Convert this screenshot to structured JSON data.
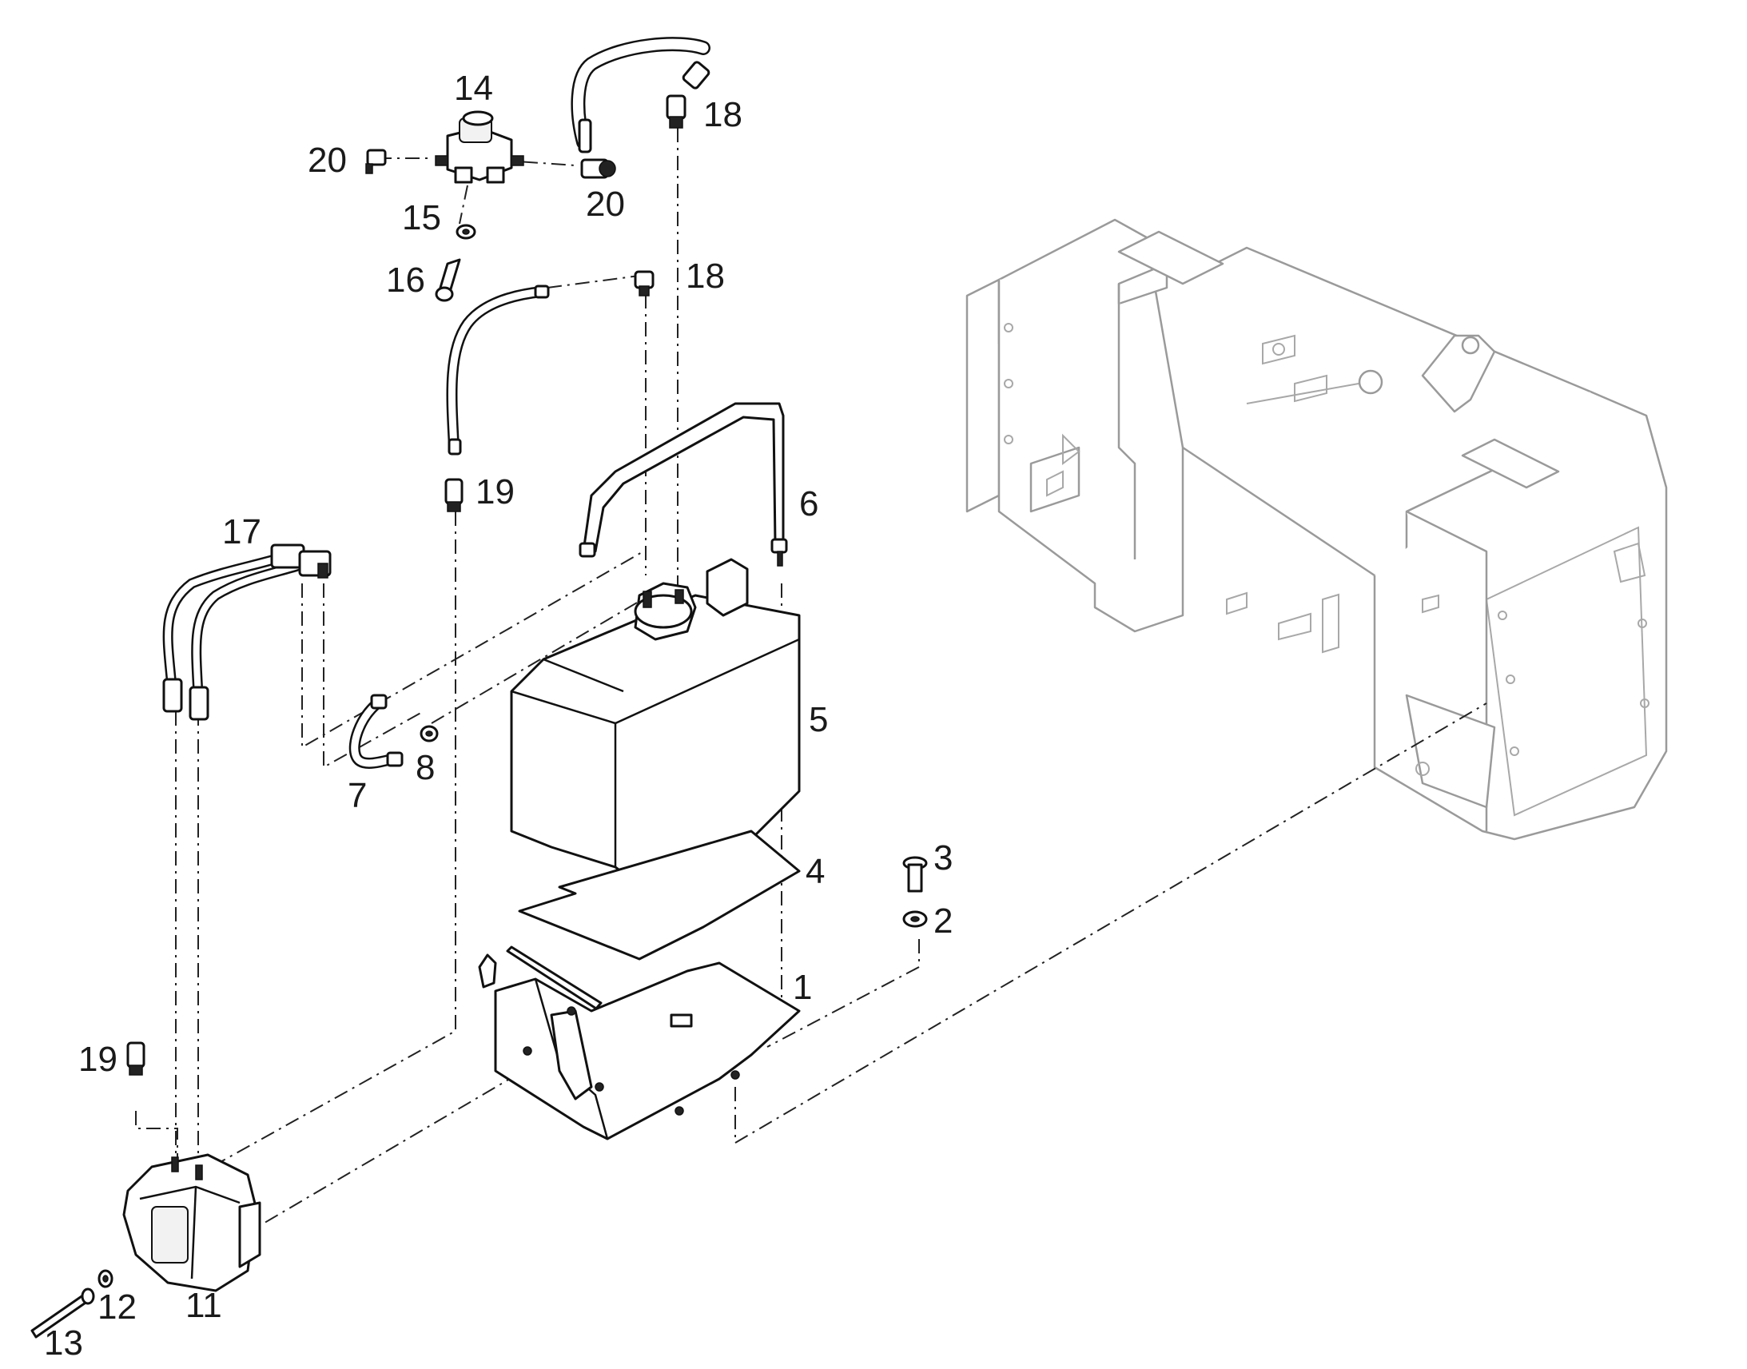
{
  "callouts": [
    {
      "id": "1",
      "text": "1"
    },
    {
      "id": "2",
      "text": "2"
    },
    {
      "id": "3",
      "text": "3"
    },
    {
      "id": "4",
      "text": "4"
    },
    {
      "id": "5",
      "text": "5"
    },
    {
      "id": "6",
      "text": "6"
    },
    {
      "id": "7",
      "text": "7"
    },
    {
      "id": "8",
      "text": "8"
    },
    {
      "id": "11",
      "text": "11"
    },
    {
      "id": "12",
      "text": "12"
    },
    {
      "id": "13",
      "text": "13"
    },
    {
      "id": "14",
      "text": "14"
    },
    {
      "id": "15",
      "text": "15"
    },
    {
      "id": "16",
      "text": "16"
    },
    {
      "id": "17",
      "text": "17"
    },
    {
      "id": "18a",
      "text": "18"
    },
    {
      "id": "18b",
      "text": "18"
    },
    {
      "id": "19a",
      "text": "19"
    },
    {
      "id": "19b",
      "text": "19"
    },
    {
      "id": "20a",
      "text": "20"
    },
    {
      "id": "20b",
      "text": "20"
    }
  ]
}
